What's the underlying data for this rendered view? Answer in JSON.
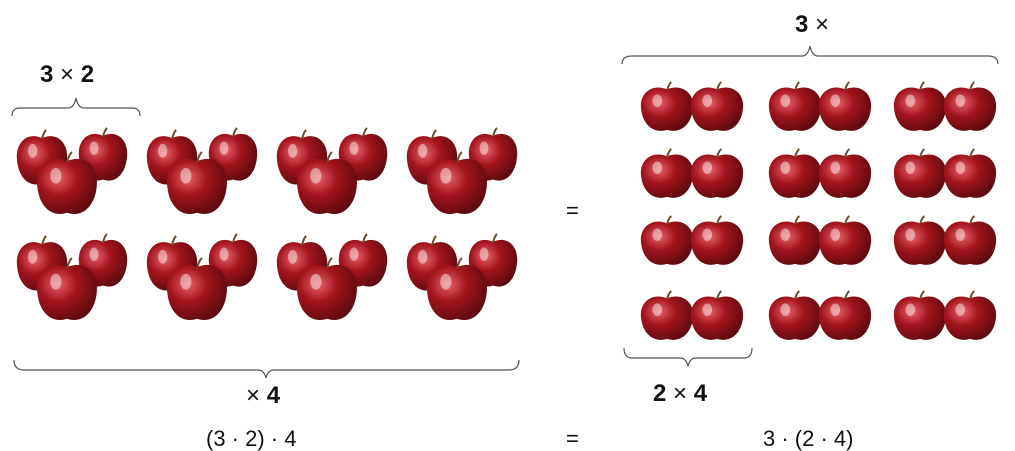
{
  "labels": {
    "top_left_a": "3",
    "top_left_times": "×",
    "top_left_b": "2",
    "bottom_left_times": "×",
    "bottom_left_b": "4",
    "top_right_a": "3",
    "top_right_times": "×",
    "bottom_right_a": "2",
    "bottom_right_times": "×",
    "bottom_right_b": "4"
  },
  "equals_middle": "=",
  "equals_bottom": "=",
  "formula_left": "(3 · 2) · 4",
  "formula_right": "3 · (2 · 4)",
  "colors": {
    "apple": "#a3141d",
    "apple_dark": "#5e0a10",
    "apple_highlight": "#e8636b",
    "brace": "#555555"
  },
  "icons": {
    "apple": "apple-icon"
  }
}
